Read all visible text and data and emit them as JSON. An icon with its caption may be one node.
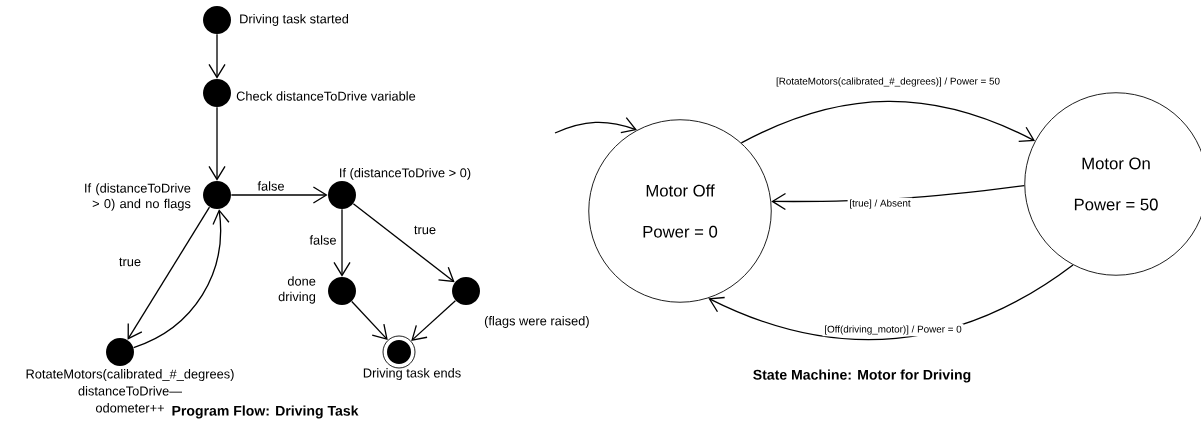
{
  "diagram": {
    "nodes": [
      {
        "text": [],
        "shape": "circle",
        "beside": [
          "Driving task started"
        ]
      },
      {
        "text": [],
        "shape": "circle",
        "beside": [
          "Check distanceToDrive variable"
        ]
      },
      {
        "text": [],
        "shape": "circle",
        "beside": [
          "If (distanceToDrive > 0) and no flags"
        ]
      },
      {
        "text": [],
        "shape": "circle",
        "beside": [
          "RotateMotors(calibrated_#_degrees)",
          "distanceToDrive—",
          "odometer++"
        ]
      },
      {
        "text": [],
        "shape": "circle",
        "beside": [
          "If (distanceToDrive > 0)"
        ]
      },
      {
        "text": [],
        "shape": "circle",
        "beside": [
          "done driving"
        ]
      },
      {
        "text": [],
        "shape": "circle",
        "beside": [
          "(flags were raised)"
        ]
      },
      {
        "text": [],
        "shape": "bullseye",
        "beside": [
          "Driving task ends"
        ]
      },
      {
        "text": [
          "Motor Off",
          "Power = 0"
        ]
      },
      {
        "text": [
          "Motor On",
          "Power = 50"
        ]
      }
    ],
    "edges": [
      {
        "from": 0,
        "to": 1,
        "arrow": "to"
      },
      {
        "from": 1,
        "to": 2,
        "arrow": "to"
      },
      {
        "from": 2,
        "to": 4,
        "arrow": "to",
        "label": "false"
      },
      {
        "from": 2,
        "to": 3,
        "arrow": "to",
        "label": "true"
      },
      {
        "from": 3,
        "to": 2,
        "arrow": "to"
      },
      {
        "from": 4,
        "to": 5,
        "arrow": "to",
        "label": "false"
      },
      {
        "from": 4,
        "to": 6,
        "arrow": "to",
        "label": "true"
      },
      {
        "from": 5,
        "to": 7,
        "arrow": "to"
      },
      {
        "from": 6,
        "to": 7,
        "arrow": "to"
      },
      {
        "from": null,
        "to": 8,
        "arrow": "to"
      },
      {
        "from": 8,
        "to": 9,
        "arrow": "to",
        "label": "[RotateMotors(calibrated_#_degrees)] / Power = 50"
      },
      {
        "from": 9,
        "to": 8,
        "arrow": "to",
        "label": "[true] / Absent"
      },
      {
        "from": 9,
        "to": 8,
        "arrow": "to",
        "label": "[Off(driving_motor)] / Power = 0"
      }
    ],
    "labels": [
      "Program Flow: Driving Task",
      "State Machine: Motor for Driving"
    ]
  }
}
